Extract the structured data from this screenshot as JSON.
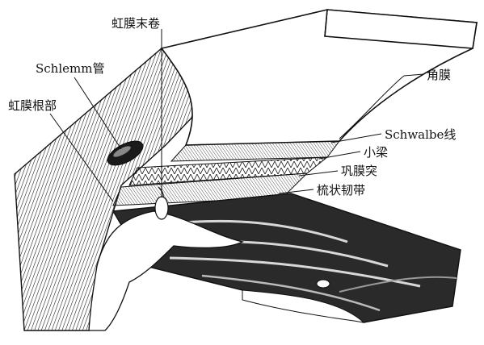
{
  "labels": {
    "iris_process": "虹膜末卷",
    "schlemm_canal": "Schlemm管",
    "iris_root": "虹膜根部",
    "cornea": "角膜",
    "schwalbe_line": "Schwalbe线",
    "trabecula": "小梁",
    "scleral_spur": "巩膜突",
    "pectinate_ligament": "梳状韧带"
  },
  "colors": {
    "ink": "#111111",
    "paper": "#ffffff",
    "shade": "#2a2a2a"
  }
}
